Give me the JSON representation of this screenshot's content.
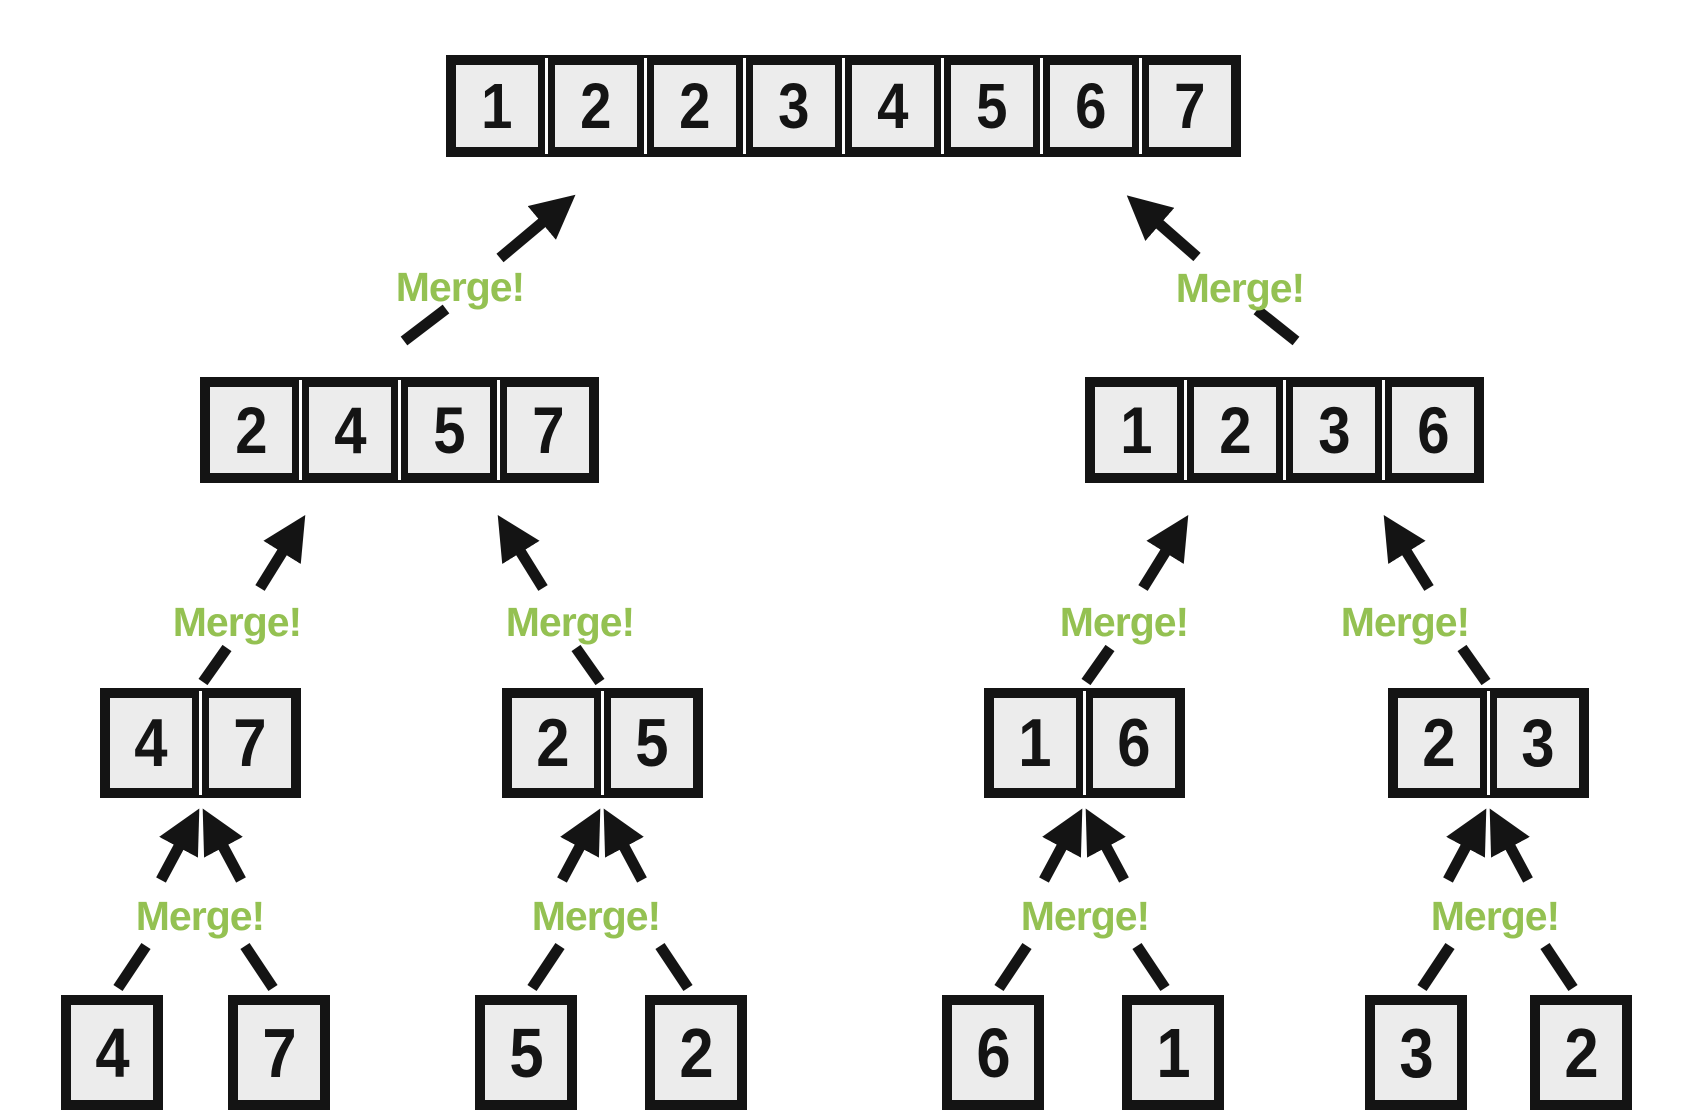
{
  "colors": {
    "accent_green": "#94c152",
    "box_fill": "#ececec",
    "ink": "#141414",
    "background": "#ffffff"
  },
  "merge_label": "Merge!",
  "tree": {
    "sorted_result": [
      "1",
      "2",
      "2",
      "3",
      "4",
      "5",
      "6",
      "7"
    ],
    "half_left": [
      "2",
      "4",
      "5",
      "7"
    ],
    "half_right": [
      "1",
      "2",
      "3",
      "6"
    ],
    "pairs": [
      [
        "4",
        "7"
      ],
      [
        "2",
        "5"
      ],
      [
        "1",
        "6"
      ],
      [
        "2",
        "3"
      ]
    ],
    "singles": [
      "4",
      "7",
      "5",
      "2",
      "6",
      "1",
      "3",
      "2"
    ]
  }
}
